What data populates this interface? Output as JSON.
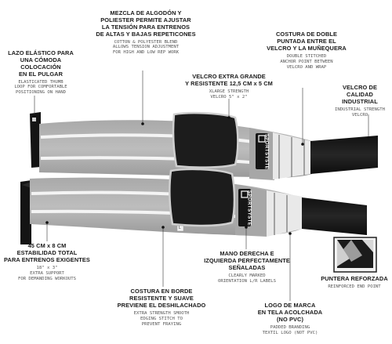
{
  "brand": "SPORTSYSTE",
  "strap_tag": "L",
  "callouts": {
    "thumb_loop": {
      "heading": "LAZO ELÁSTICO PARA\nUNA CÓMODA COLOCACIÓN\nEN EL PULGAR",
      "sub": "ELASTICATED THUMB\nLOOP FOR COMFORTABLE\nPOSITIONING ON HAND"
    },
    "cotton_blend": {
      "heading": "MEZCLA DE ALGODÓN Y\nPOLIESTER PERMITE AJUSTAR\nLA TENSIÓN PARA ENTRENOS\nDE ALTAS Y BAJAS REPETICONES",
      "sub": "COTTON & POLYESTER BLEND\nALLOWS TENSION ADJUSTMENT\nFOR HIGH AND LOW REP WORK"
    },
    "double_stitch": {
      "heading": "COSTURA DE DOBLE\nPUNTADA ENTRE EL\nVELCRO Y LA MUÑEQUERA",
      "sub": "DOUBLE STITCHED\nANCHOR POINT BETWEEN\nVELCRO AND WRAP"
    },
    "xlarge_velcro": {
      "heading": "VELCRO EXTRA GRANDE\nY RESISTENTE 12,5 CM x 5 CM",
      "sub": "XLARGE STRENGTH\nVELCRO  5\" x 2\""
    },
    "industrial_velcro": {
      "heading": "VELCRO DE CALIDAD\nINDUSTRIAL",
      "sub": "INDUSTRIAL STRENGTH\nVELCRO"
    },
    "stability": {
      "heading": "45 CM x 8 CM\nESTABILIDAD TOTAL\nPARA ENTRENOS EXIGENTES",
      "sub": "18\" x 3\"\nEXTRA SUPPORT\nFOR DEMANDING WORKOUTS"
    },
    "orientation": {
      "heading": "MANO DERECHA E\nIZQUIERDA PERFECTAMENTE\nSEÑALADAS",
      "sub": "CLEARLY MARKED\nORIENTATION L/R LABELS"
    },
    "reinforced_point": {
      "heading": "PUNTERA REFORZADA",
      "sub": "REINFORCED END POINT"
    },
    "edge_stitch": {
      "heading": "COSTURA EN BORDE\nRESISTENTE Y SUAVE\nPREVIENE EL DESHILACHADO",
      "sub": "EXTRA STRENGTH SMOOTH\nEDGING STITCH TO\nPREVENT FRAYING"
    },
    "branding": {
      "heading": "LOGO DE MARCA\nEN TELA ACOLCHADA\n(NO PVC)",
      "sub": "PADDED BRANDING\nTEXTIL LOGO (NOT PVC)"
    }
  }
}
